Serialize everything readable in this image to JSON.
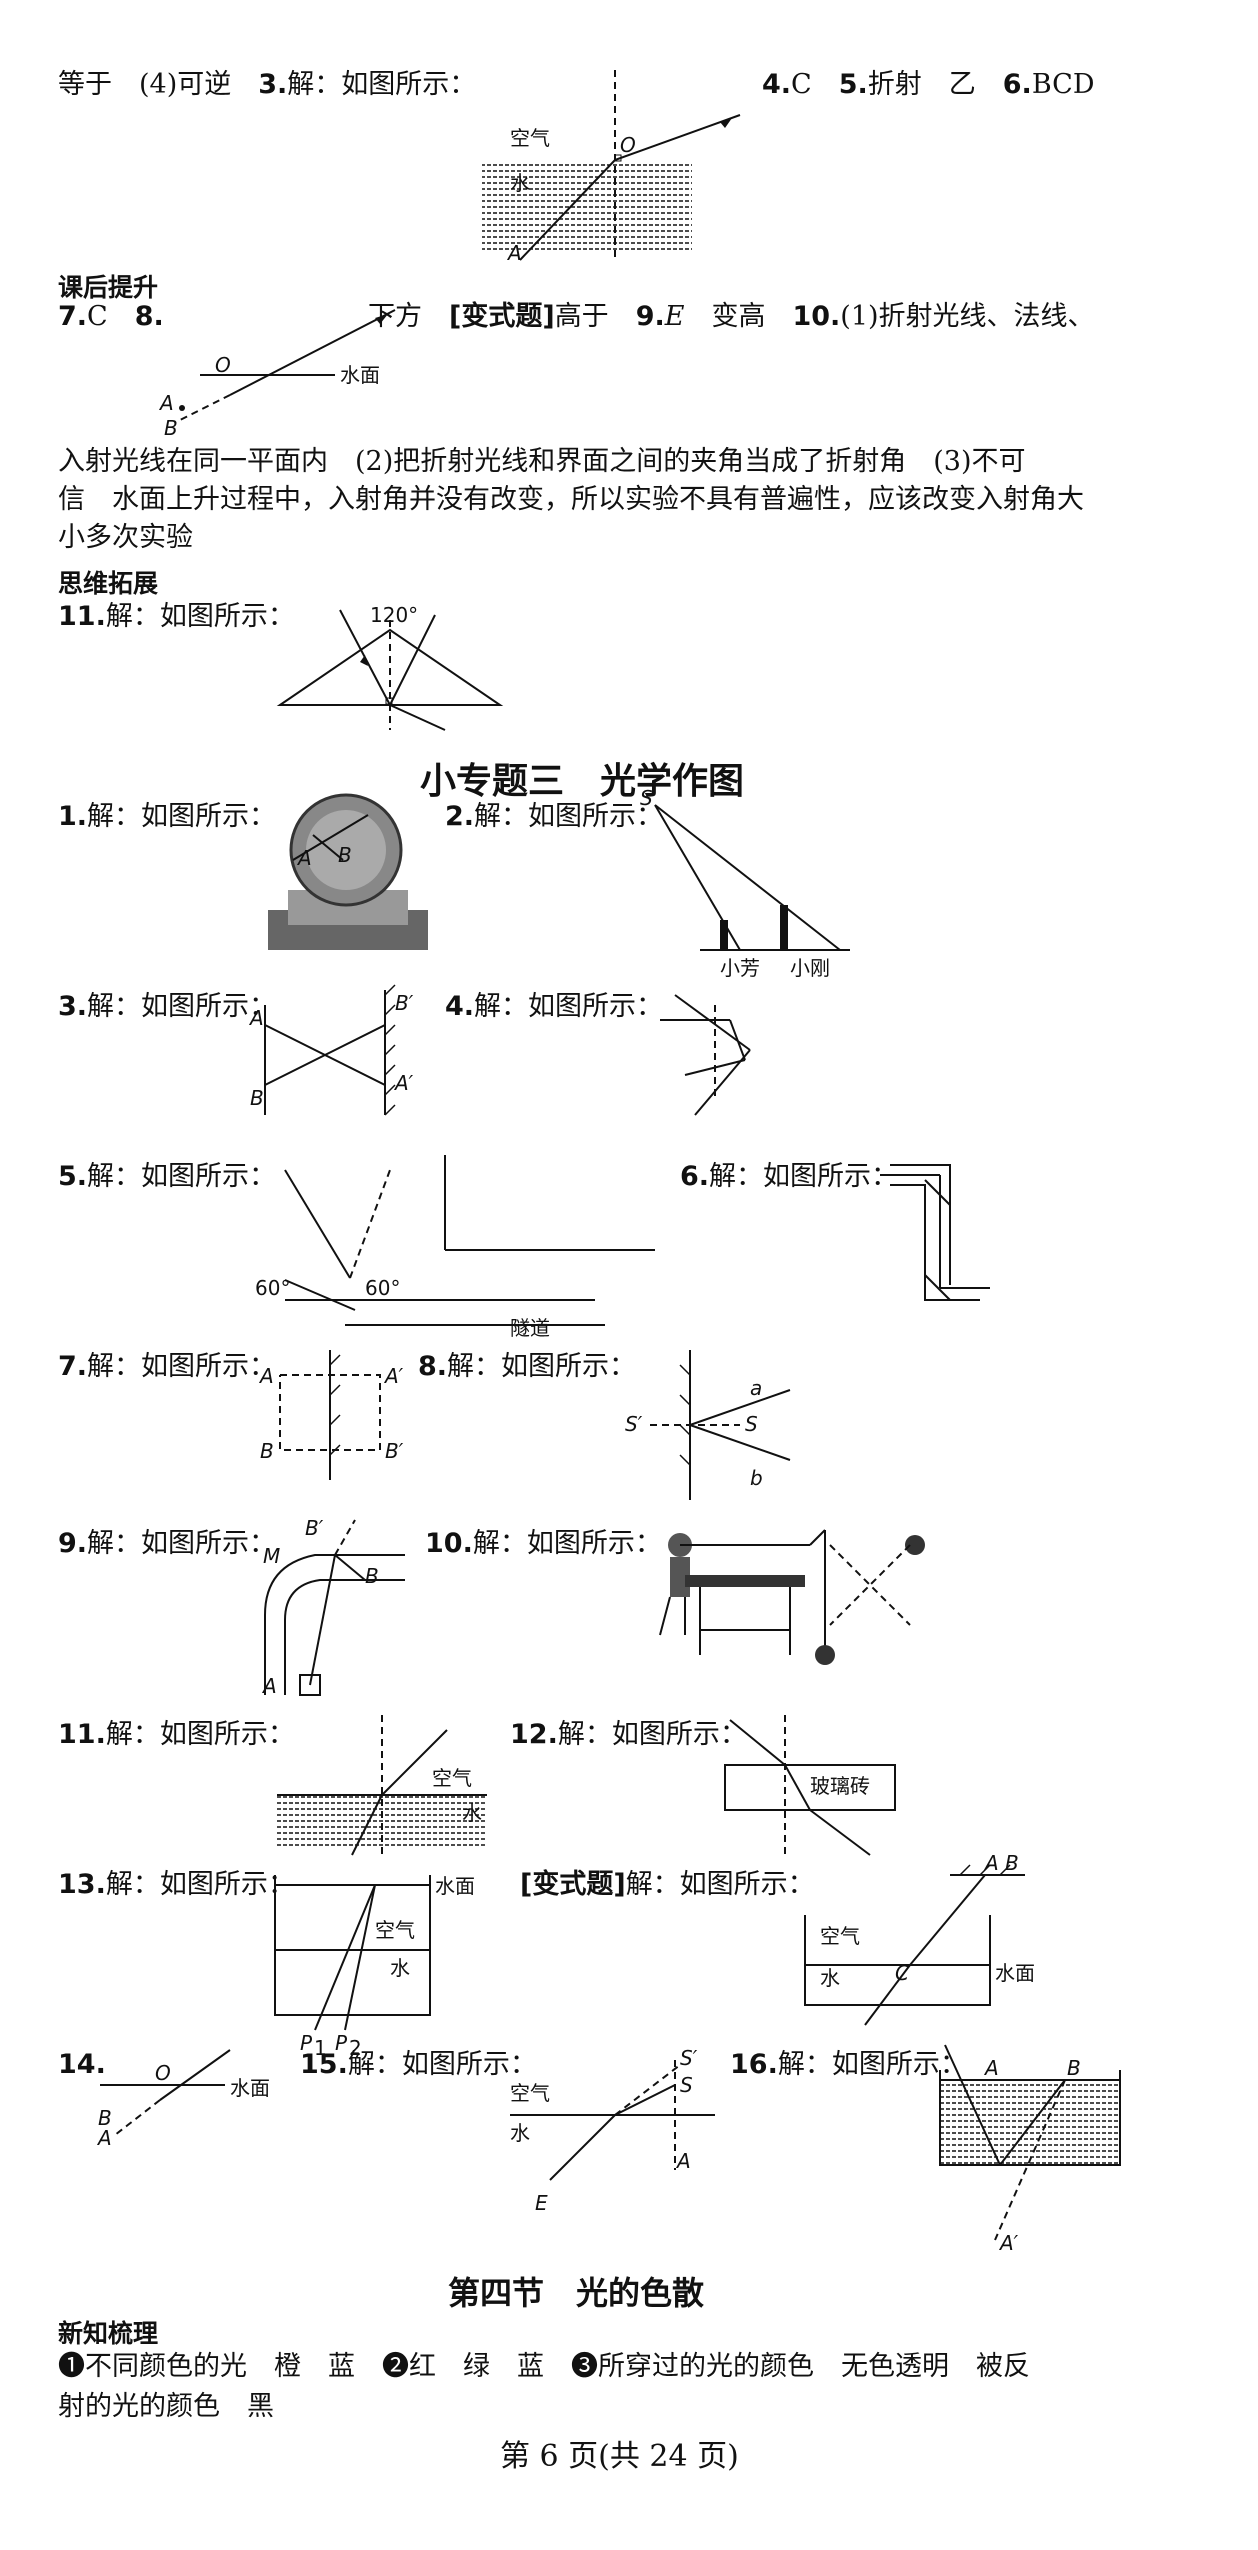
{
  "top": {
    "line1_a": "等于　(4)可逆　",
    "q3_num": "3.",
    "q3_text": "解：如图所示：",
    "line1_b": "4.",
    "q4_ans": "C",
    "q5": "5.",
    "q5_ans": "折射　乙",
    "q6": "6.",
    "q6_ans": "BCD",
    "fig3_air": "空气",
    "fig3_water": "水",
    "fig3_O": "O",
    "fig3_A": "A"
  },
  "after_class": {
    "heading": "课后提升",
    "q7": "7.",
    "q7_ans": "C",
    "q8": "8.",
    "q8_text_a": "下方",
    "q8_variant": "[变式题]",
    "q8_text_b": "高于",
    "q9": "9.",
    "q9_ans": "E",
    "q9_text": "变高",
    "q10": "10.",
    "q10_line1": "(1)折射光线、法线、",
    "q10_line2": "入射光线在同一平面内　(2)把折射光线和界面之间的夹角当成了折射角　(3)不可",
    "q10_line3": "信　水面上升过程中，入射角并没有改变，所以实验不具有普遍性，应该改变入射角大",
    "q10_line4": "小多次实验",
    "fig8_O": "O",
    "fig8_water": "水面",
    "fig8_A": "A",
    "fig8_B": "B"
  },
  "extension": {
    "heading": "思维拓展",
    "q11": "11.",
    "q11_text": "解：如图所示：",
    "angle": "120°"
  },
  "topic3": {
    "title": "小专题三　光学作图",
    "items": {
      "i1": "1.",
      "t1": "解：如图所示：",
      "i2": "2.",
      "t2": "解：如图所示：",
      "i3": "3.",
      "t3": "解：如图所示：",
      "i4": "4.",
      "t4": "解：如图所示：",
      "i5": "5.",
      "t5": "解：如图所示：",
      "i6": "6.",
      "t6": "解：如图所示：",
      "i7": "7.",
      "t7": "解：如图所示：",
      "i8": "8.",
      "t8": "解：如图所示：",
      "i9": "9.",
      "t9": "解：如图所示：",
      "i10": "10.",
      "t10": "解：如图所示：",
      "i11": "11.",
      "t11": "解：如图所示：",
      "i12": "12.",
      "t12": "解：如图所示：",
      "i13": "13.",
      "t13": "解：如图所示：",
      "iv": "[变式题]",
      "tv": "解：如图所示：",
      "i14": "14.",
      "i15": "15.",
      "t15": "解：如图所示：",
      "i16": "16.",
      "t16": "解：如图所示："
    },
    "labels": {
      "f1_A": "A",
      "f1_B": "B",
      "f2_S": "S",
      "f2_p1": "小芳",
      "f2_p2": "小刚",
      "f3_A": "A",
      "f3_B": "B",
      "f3_A2": "A′",
      "f3_B2": "B′",
      "f5_a1": "60°",
      "f5_a2": "60°",
      "f5_tunnel": "隧道",
      "f7_A": "A",
      "f7_B": "B",
      "f7_A2": "A′",
      "f7_B2": "B′",
      "f8_S2": "S′",
      "f8_S": "S",
      "f8_a": "a",
      "f8_b": "b",
      "f9_B2": "B′",
      "f9_M": "M",
      "f9_B": "B",
      "f9_A": "A",
      "f11_air": "空气",
      "f11_water": "水",
      "f12_glass": "玻璃砖",
      "f13_surface": "水面",
      "f13_air": "空气",
      "f13_water": "水",
      "f13_P1": "P",
      "f13_s1": "1",
      "f13_P2": "P",
      "f13_s2": "2",
      "fv_A": "A",
      "fv_B": "B",
      "fv_air": "空气",
      "fv_water": "水",
      "fv_C": "C",
      "fv_surface": "水面",
      "f14_O": "O",
      "f14_surface": "水面",
      "f14_B": "B",
      "f14_A": "A",
      "f15_air": "空气",
      "f15_water": "水",
      "f15_S2": "S′",
      "f15_S": "S",
      "f15_A": "A",
      "f15_E": "E",
      "f16_A": "A",
      "f16_B": "B",
      "f16_A2": "A′"
    }
  },
  "section4": {
    "title": "第四节　光的色散",
    "heading": "新知梳理",
    "line1": "❶不同颜色的光　橙　蓝　❷红　绿　蓝　❸所穿过的光的颜色　无色透明　被反",
    "line2": "射的光的颜色　黑"
  },
  "footer": {
    "page": "第 6 页(共 24 页)"
  }
}
